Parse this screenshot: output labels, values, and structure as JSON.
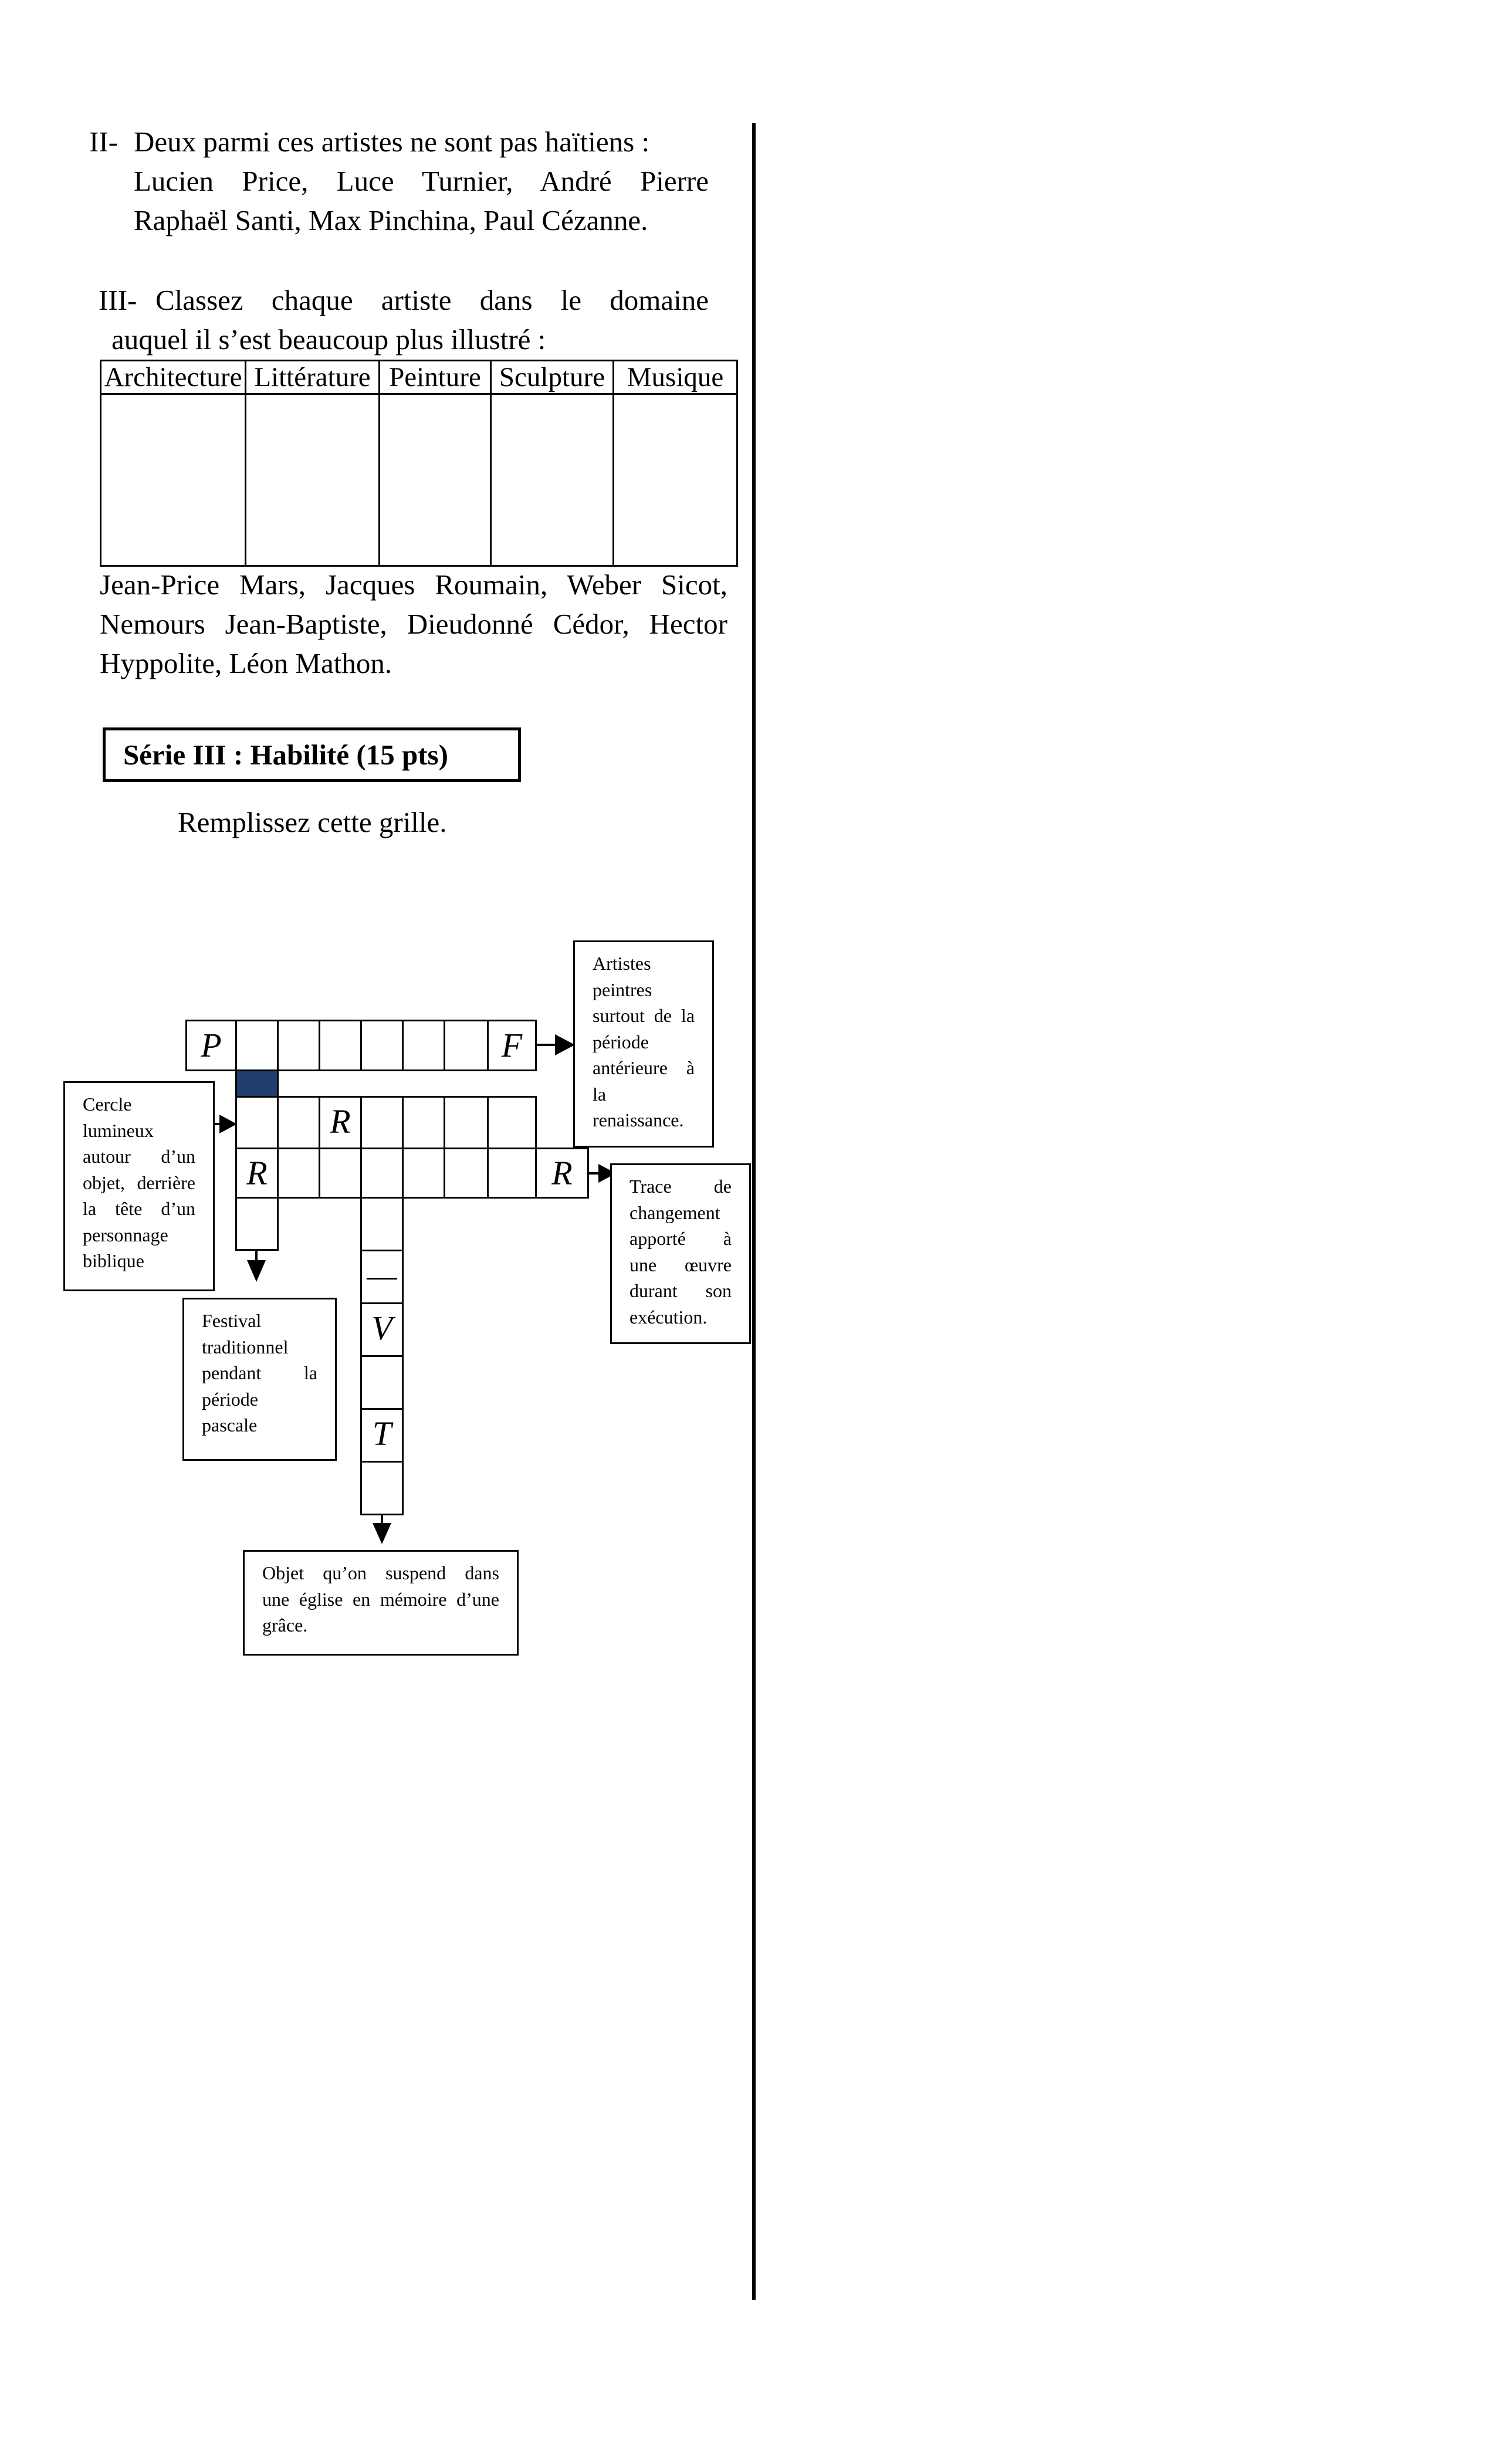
{
  "section2": {
    "number": "II-",
    "line1": "Deux parmi ces artistes ne sont pas haïtiens :",
    "line2": "Lucien Price, Luce Turnier, André Pierre",
    "line3": "Raphaël Santi, Max Pinchina, Paul Cézanne."
  },
  "section3": {
    "number": "III-",
    "line1": "Classez chaque artiste dans le domaine",
    "line2": "auquel il s’est beaucoup plus illustré :",
    "table_headers": [
      "Architecture",
      "Littérature",
      "Peinture",
      "Sculpture",
      "Musique"
    ],
    "names_line1": "Jean-Price Mars, Jacques Roumain, Weber Sicot,",
    "names_line2": "Nemours Jean-Baptiste, Dieudonné Cédor, Hector",
    "names_line3": "Hyppolite, Léon Mathon."
  },
  "serie3": {
    "title": "Série III : Habilité  (15 pts)",
    "instruction": "Remplissez cette grille."
  },
  "grid": {
    "letters": {
      "p": "P",
      "f": "F",
      "r_row2": "R",
      "r_row3_start": "R",
      "r_row3_end": "R",
      "dash": "—",
      "v": "V",
      "t": "T"
    },
    "shaded_color": "#1f3d6d",
    "clues": {
      "artistes": [
        "Artistes",
        "peintres",
        "surtout de la",
        "période",
        "antérieure à",
        "la",
        "renaissance."
      ],
      "cercle": [
        "Cercle",
        "lumineux",
        "autour d’un",
        "objet, derrière",
        "la tête d’un",
        "personnage",
        "biblique"
      ],
      "trace": [
        "Trace de",
        "changement",
        "apporté à",
        "une œuvre",
        "durant son",
        "exécution."
      ],
      "festival": [
        "Festival",
        "traditionnel",
        "pendant la",
        "période",
        "pascale"
      ],
      "objet": [
        "Objet qu’on suspend dans",
        "une église en mémoire d’une",
        "grâce."
      ]
    }
  }
}
